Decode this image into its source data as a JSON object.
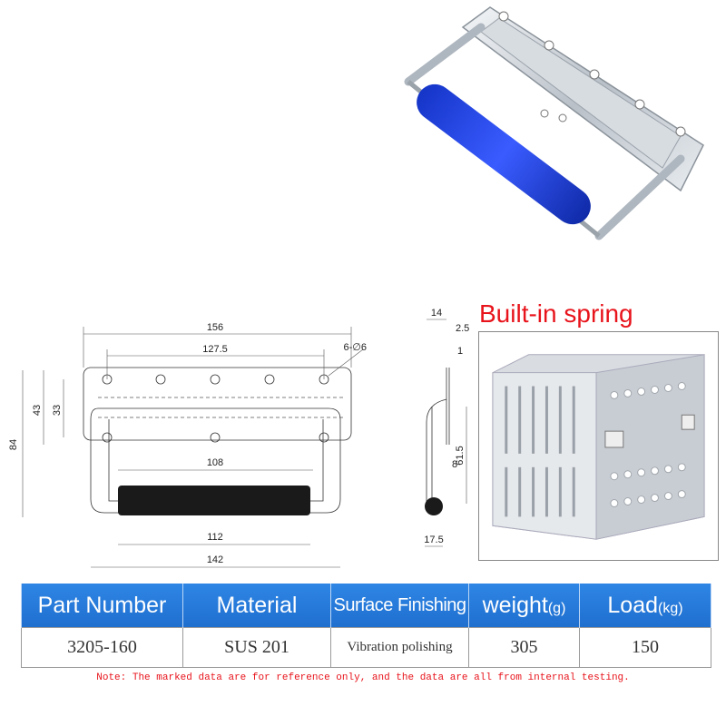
{
  "photo": {
    "handle_grip_color": "#1f3fe0"
  },
  "front_view": {
    "dim_overall_width": "156",
    "dim_hole_span": "127.5",
    "dim_holes": "6-∅6",
    "dim_height_plate": "43",
    "dim_hole_height": "33",
    "dim_total_height": "84",
    "dim_inner_width": "108",
    "dim_grip_width": "112",
    "dim_handle_width": "142"
  },
  "side_view": {
    "dim_depth": "14",
    "dim_plate_thick": "2.5",
    "dim_gap": "1",
    "dim_handle_drop": "61.5",
    "dim_rod": "8",
    "dim_grip_dia": "17.5"
  },
  "spring": {
    "title": "Built-in spring"
  },
  "table": {
    "header": {
      "part_number": "Part Number",
      "material": "Material",
      "surface": "Surface Finishing",
      "weight": "weight",
      "weight_unit": "(g)",
      "load": "Load",
      "load_unit": "(kg)"
    },
    "row": {
      "part_number": "3205-160",
      "material": "SUS 201",
      "surface": "Vibration polishing",
      "weight": "305",
      "load": "150"
    },
    "header_color": "#2277dd"
  },
  "note": "Note: The marked data are for reference only, and the data are all from internal testing."
}
